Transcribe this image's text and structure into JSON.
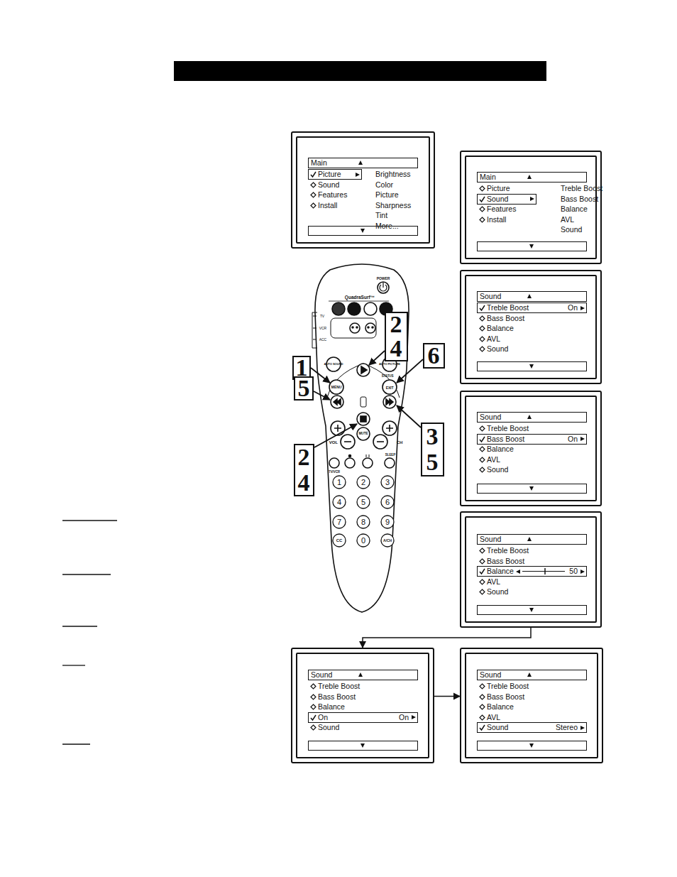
{
  "diagram": {
    "nodes": [
      {
        "text": [
          "Main",
          "Picture",
          "Sound",
          "Features",
          "Install",
          "Brightness",
          "Color",
          "Picture",
          "Sharpness",
          "Tint",
          "More..."
        ]
      },
      {
        "text": [
          "Main",
          "Picture",
          "Sound",
          "Features",
          "Install",
          "Treble Boost",
          "Bass Boost",
          "Balance",
          "AVL",
          "Sound"
        ]
      },
      {
        "text": [
          "Sound",
          "Treble Boost",
          "On",
          "Bass Boost",
          "Balance",
          "AVL",
          "Sound"
        ]
      },
      {
        "text": [
          "Sound",
          "Treble Boost",
          "Bass Boost",
          "On",
          "Balance",
          "AVL",
          "Sound"
        ]
      },
      {
        "text": [
          "Sound",
          "Treble Boost",
          "Bass Boost",
          "Balance",
          "50",
          "AVL",
          "Sound"
        ]
      },
      {
        "text": [
          "Sound",
          "Treble Boost",
          "Bass Boost",
          "Balance",
          "AVL",
          "On",
          "Sound"
        ]
      },
      {
        "text": [
          "Sound",
          "Treble Boost",
          "Bass Boost",
          "Balance",
          "AVL",
          "Sound",
          "Stereo"
        ]
      }
    ],
    "edges": [
      {
        "from": 4,
        "to": 5,
        "arrow": "to"
      },
      {
        "from": 5,
        "to": 6,
        "arrow": "to"
      }
    ],
    "labels": [
      "POWER",
      "QuadraSurf™",
      "TV",
      "VCR",
      "ACC",
      "AUTO SOUND",
      "AUTO PICTURE",
      "MENU",
      "STATUS",
      "EXIT",
      "MUTE",
      "VOL",
      "CH",
      "SLEEP",
      "TV/VCR",
      "1",
      "2",
      "3",
      "4",
      "5",
      "6",
      "7",
      "8",
      "9",
      "CC",
      "0",
      "A/CH",
      "1",
      "2",
      "4",
      "6",
      "5",
      "3",
      "5",
      "2",
      "4"
    ]
  }
}
